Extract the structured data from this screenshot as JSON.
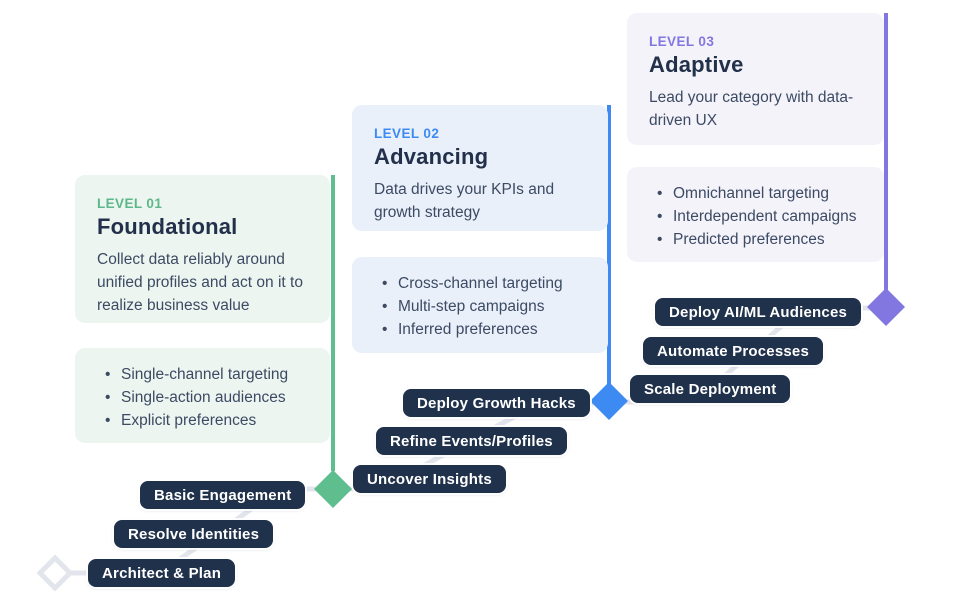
{
  "diagram": {
    "background": "#ffffff",
    "heading_color": "#22304a",
    "body_text_color": "#3c4a63",
    "pill_color": "#20314b",
    "pill_text_color": "#ffffff",
    "connector_color": "#e3e5ed",
    "levels": [
      {
        "label": "LEVEL 01",
        "title": "Foundational",
        "description": "Collect data reliably around unified profiles and act on it to realize business value",
        "bullets": [
          "Single-channel targeting",
          "Single-action audiences",
          "Explicit preferences"
        ],
        "milestones": [
          "Architect & Plan",
          "Resolve Identities",
          "Basic Engagement"
        ],
        "accent_color": "#5fbe8e",
        "card_color": "#edf5f0"
      },
      {
        "label": "LEVEL 02",
        "title": "Advancing",
        "description": "Data drives your KPIs and growth strategy",
        "bullets": [
          "Cross-channel targeting",
          "Multi-step campaigns",
          "Inferred preferences"
        ],
        "milestones": [
          "Uncover Insights",
          "Refine Events/Profiles",
          "Deploy Growth Hacks"
        ],
        "accent_color": "#3d8bf2",
        "card_color": "#e9f0fa"
      },
      {
        "label": "LEVEL 03",
        "title": "Adaptive",
        "description": "Lead your category with data-driven UX",
        "bullets": [
          "Omnichannel targeting",
          "Interdependent campaigns",
          "Predicted preferences"
        ],
        "milestones": [
          "Scale Deployment",
          "Automate Processes",
          "Deploy AI/ML Audiences"
        ],
        "accent_color": "#8277e0",
        "card_color": "#f4f3fa"
      }
    ]
  }
}
